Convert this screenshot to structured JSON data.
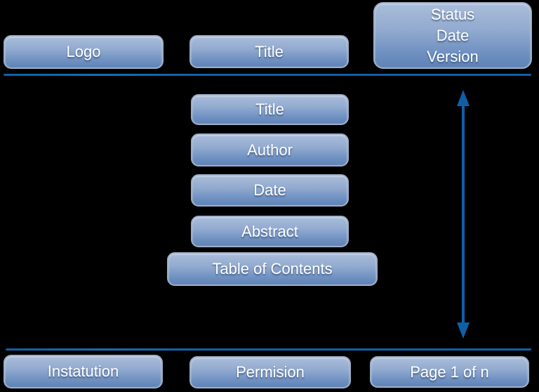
{
  "canvas": {
    "background": "#000000"
  },
  "colors": {
    "line": "#0f5fa8",
    "box_gradient_top": "#aabdda",
    "box_gradient_bottom": "#5f83b6",
    "box_border": "#9dadc6",
    "label_text": "#ffffff"
  },
  "header": {
    "logo": "Logo",
    "title": "Title",
    "status": [
      "Status",
      "Date",
      "Version"
    ]
  },
  "body": {
    "items": [
      "Title",
      "Author",
      "Date",
      "Abstract",
      "Table of Contents"
    ]
  },
  "footer": {
    "institution": "Instatution",
    "permission": "Permision",
    "page": "Page 1 of n"
  },
  "icons": {
    "vertical_arrow": "double-headed-vertical-arrow"
  }
}
